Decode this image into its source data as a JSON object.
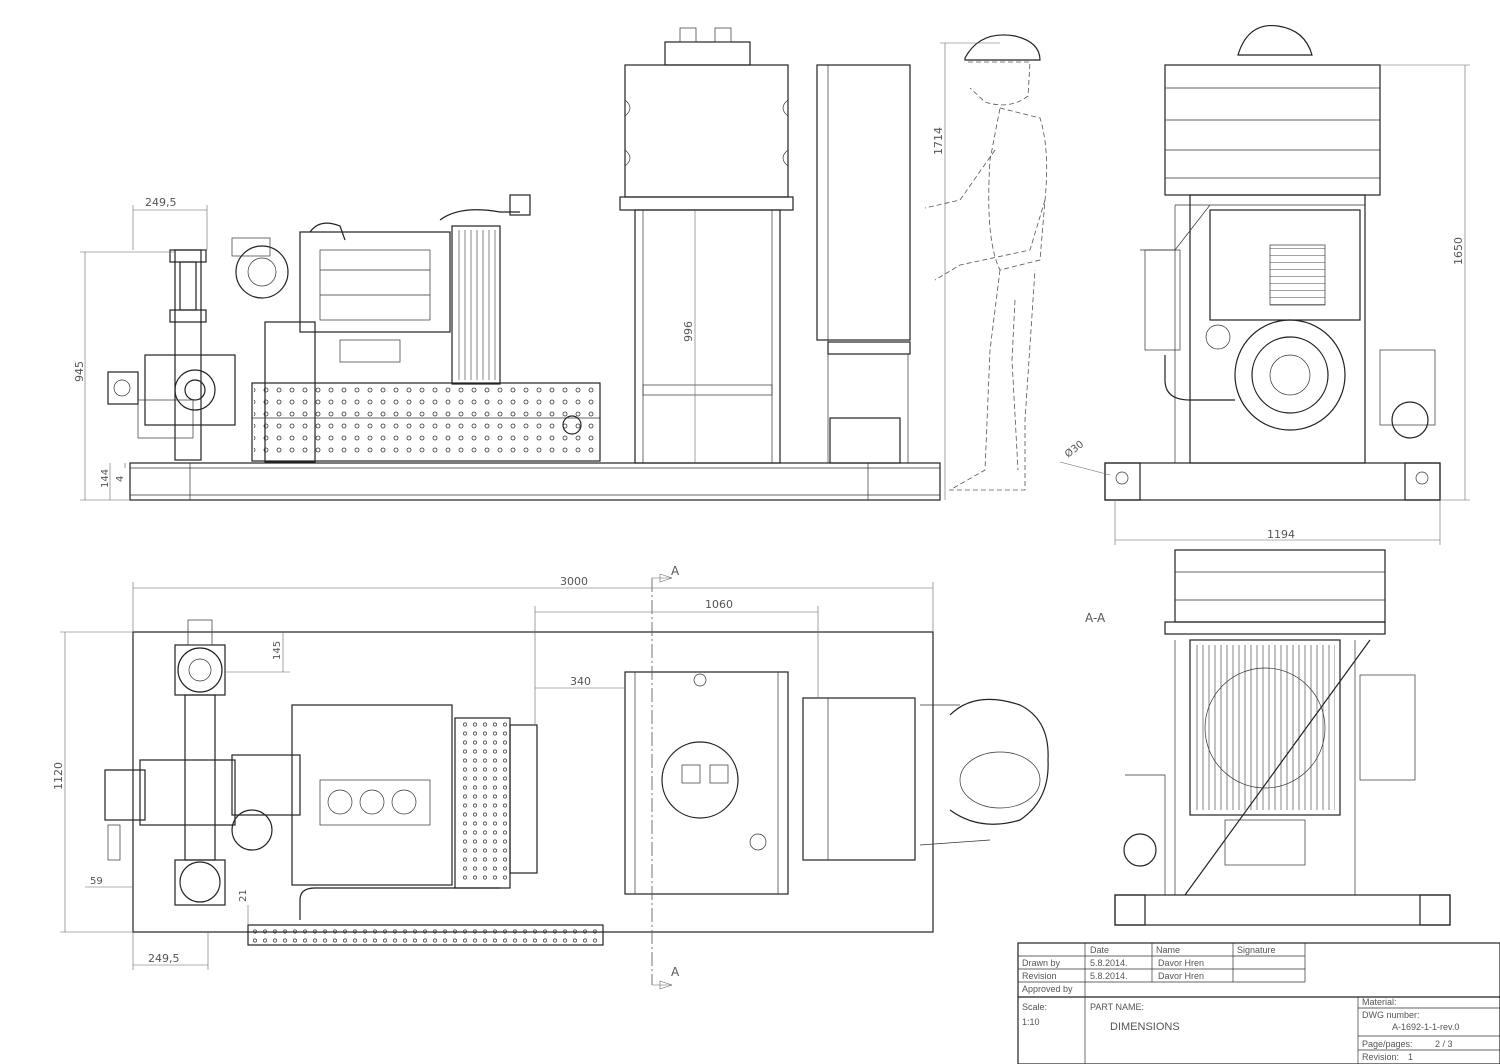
{
  "dimensions": {
    "front_249_5": "249,5",
    "front_945": "945",
    "front_144": "144",
    "front_4": "4",
    "front_996": "996",
    "front_1714": "1714",
    "side_1650": "1650",
    "side_1194": "1194",
    "side_dia30": "Ø30",
    "top_3000": "3000",
    "top_1060": "1060",
    "top_340": "340",
    "top_145": "145",
    "top_1120": "1120",
    "top_59": "59",
    "top_21": "21",
    "top_249_5": "249,5"
  },
  "section": {
    "marker_top": "A",
    "marker_bottom": "A",
    "label": "A-A"
  },
  "title_block": {
    "headers": {
      "date": "Date",
      "name": "Name",
      "signature": "Signature"
    },
    "rows": [
      {
        "label": "Drawn by",
        "date": "5.8.2014.",
        "name": "Davor Hren"
      },
      {
        "label": "Revision",
        "date": "5.8.2014.",
        "name": "Davor Hren"
      },
      {
        "label": "Approved by",
        "date": "",
        "name": ""
      }
    ],
    "scale_label": "Scale:",
    "scale_value": "1:10",
    "part_name_label": "PART NAME:",
    "part_name_value": "DIMENSIONS",
    "material_label": "Material:",
    "dwg_label": "DWG number:",
    "dwg_value": "A-1692-1-1-rev.0",
    "pages_label": "Page/pages:",
    "pages_value": "2 / 3",
    "revision_label": "Revision:",
    "revision_value": "1"
  }
}
